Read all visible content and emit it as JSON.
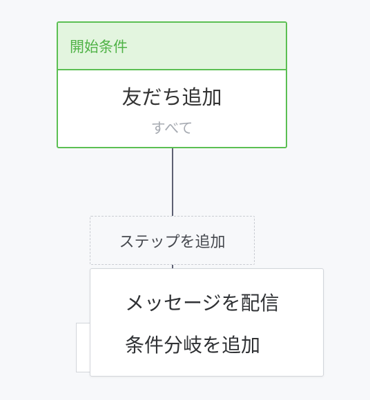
{
  "start_condition": {
    "header": "開始条件",
    "trigger_title": "友だち追加",
    "trigger_subtitle": "すべて"
  },
  "add_step": {
    "label": "ステップを追加"
  },
  "step_menu": {
    "items": [
      {
        "label": "メッセージを配信"
      },
      {
        "label": "条件分岐を追加"
      }
    ]
  },
  "colors": {
    "accent_green": "#5bbf52",
    "header_bg": "#e3f5df",
    "connector": "#5d6072",
    "canvas_bg": "#f7f8fa"
  }
}
